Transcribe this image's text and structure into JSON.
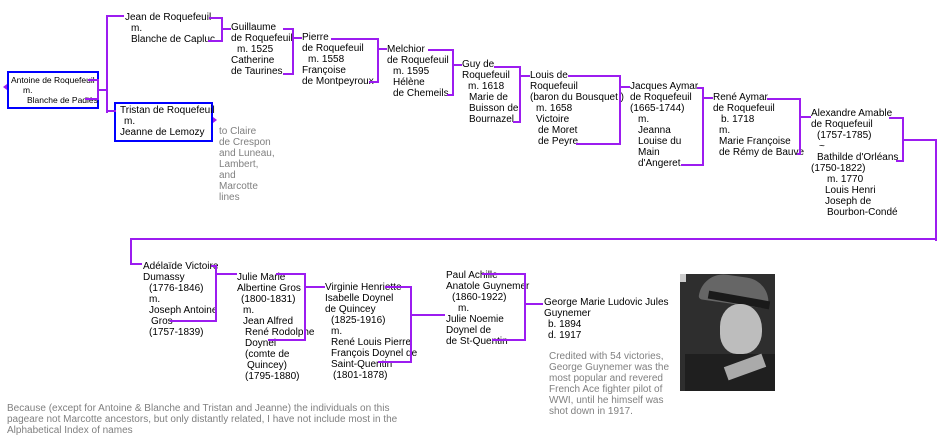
{
  "people": {
    "antoine": [
      "Antoine de Roquefeuil",
      "m.",
      "Blanche de Padiès"
    ],
    "jean": [
      "Jean de Roquefeuil",
      "m.",
      "Blanche de Capluc"
    ],
    "tristan": [
      "Tristan de Roquefeuil",
      "m.",
      "Jeanne de Lemozy"
    ],
    "guillaume": [
      "Guillaume",
      "de Roquefeuil",
      "m. 1525",
      "Catherine",
      "de Taurines"
    ],
    "pierre": [
      "Pierre",
      "de Roquefeuil",
      "m. 1558",
      "Françoise",
      "de Montpeyroux"
    ],
    "melchior": [
      "Melchior",
      "de Roquefeuil",
      "m. 1595",
      "Hélène",
      "de Chemeils"
    ],
    "guy": [
      "Guy de",
      "Roquefeuil",
      "m. 1618",
      "Marie de",
      "Buisson de",
      "Bournazel"
    ],
    "louis": [
      "Louis de",
      "Roquefeuil",
      "(baron du Bousquet )",
      "m. 1658",
      "Victoire",
      "de Moret",
      "de Peyre"
    ],
    "jacques": [
      "Jacques Aymar",
      "de Roquefeuil",
      "(1665-1744)",
      "m.",
      "Jeanna",
      "Louise du",
      "Main",
      "d'Angeret"
    ],
    "rene": [
      "René Aymar",
      "de Roquefeuil",
      "b. 1718",
      "m.",
      "Marie Françoise",
      "de Rémy de Bauve"
    ],
    "alexandre": [
      "Alexandre Amable",
      "de Roquefeuil",
      "(1757-1785)",
      "~",
      "Bathilde d'Orléans",
      "(1750-1822)",
      "m. 1770",
      "Louis Henri",
      "Joseph de",
      "Bourbon-Condé"
    ],
    "adelaide": [
      "Adélaïde Victoire",
      "Dumassy",
      "(1776-1846)",
      "m.",
      "Joseph Antoine",
      "Gros",
      "(1757-1839)"
    ],
    "juliemarie": [
      "Julie Marie",
      "Albertine Gros",
      "(1800-1831)",
      "m.",
      "Jean Alfred",
      "René Rodolphe",
      "Doynel",
      "(comte de",
      "Quincey)",
      "(1795-1880)"
    ],
    "virginie": [
      "Virginie Henriette",
      "Isabelle Doynel",
      "de Quincey",
      "(1825-1916)",
      "m.",
      "René Louis Pierre",
      "François Doynel de",
      "Saint-Quentin",
      "(1801-1878)"
    ],
    "paul": [
      "Paul Achille",
      "Anatole Guynemer",
      "(1860-1922)",
      "m.",
      "Julie Noemie",
      "Doynel de",
      "de St-Quentin"
    ],
    "george": [
      "George Marie Ludovic Jules",
      "Guynemer",
      "b. 1894",
      "d. 1917"
    ]
  },
  "notes": {
    "tristan_lines": [
      "to Claire",
      "de Crespon",
      "and Luneau,",
      "Lambert,",
      "and",
      "Marcotte",
      "lines"
    ],
    "george_credit": [
      "Credited with 54 victories,",
      "George Guynemer was the",
      "most popular and revered",
      "French Ace fighter pilot of",
      "WWI, until he himself was",
      "shot down in 1917."
    ],
    "footer": [
      "Because (except for Antoine & Blanche and Tristan and Jeanne) the individuals on this",
      "pageare not Marcotte ancestors, but only distantly related, I have not include most in the",
      "Alphabetical Index of names"
    ]
  },
  "colors": {
    "connector": "#9c1cf0",
    "box": "#0000ff",
    "note": "#808080"
  }
}
